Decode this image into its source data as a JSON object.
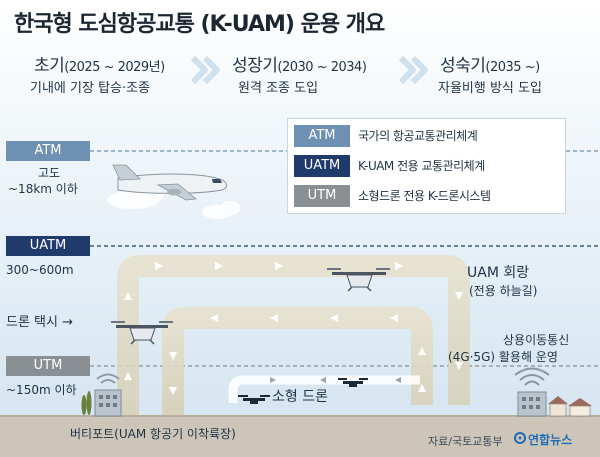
{
  "title": "한국형 도심항공교통 (K-UAM) 운용 개요",
  "phases": [
    {
      "name": "초기",
      "years": "(2025 ~ 2029년)",
      "desc": "기내에 기장 탑승·조종"
    },
    {
      "name": "성장기",
      "years": "(2030 ~ 2034)",
      "desc": "원격 조종 도입"
    },
    {
      "name": "성숙기",
      "years": "(2035 ~)",
      "desc": "자율비행 방식 도입"
    }
  ],
  "bands": {
    "atm": "ATM",
    "uatm": "UATM",
    "utm": "UTM"
  },
  "altitudes": {
    "atm_line1": "고도",
    "atm_line2": "~18km 이하",
    "uatm": "300~600m",
    "utm": "~150m 이하"
  },
  "legend": [
    {
      "code": "ATM",
      "desc": "국가의 항공교통관리체계",
      "color": "#6e90b3"
    },
    {
      "code": "UATM",
      "desc": "K-UAM 전용 교통관리체계",
      "color": "#1f3a6b"
    },
    {
      "code": "UTM",
      "desc": "소형드론 전용 K-드론시스템",
      "color": "#8a8f94"
    }
  ],
  "labels": {
    "drone_taxi": "드론 택시 →",
    "corridor_title": "UAM 회랑",
    "corridor_sub": "(전용 하늘길)",
    "mobile_1": "상용이동통신",
    "mobile_2": "(4G·5G) 활용해 운영",
    "small_drone": "소형 드론",
    "vertiport": "버티포트(UAM 항공기 이착륙장)",
    "source": "자료/국토교통부",
    "brand": "연합뉴스"
  },
  "colors": {
    "atm": "#6e90b3",
    "uatm": "#1f3a6b",
    "utm": "#8a8f94",
    "corridor": "#ddd6be",
    "ground": "#cdc6b8",
    "sky_top": "#ffffff",
    "sky_bottom": "#d2e3f0"
  }
}
